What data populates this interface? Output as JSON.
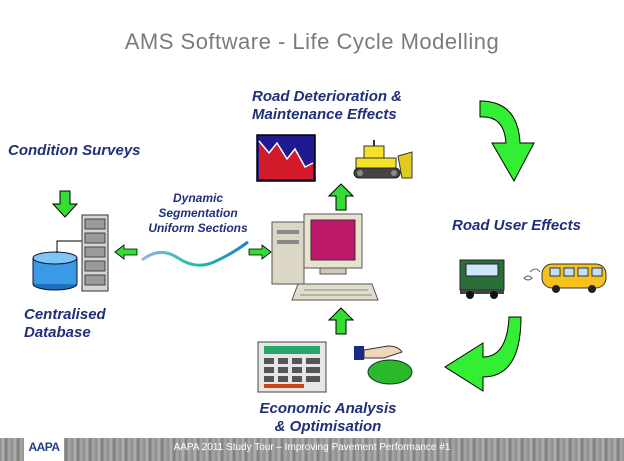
{
  "slide": {
    "title": "AMS Software - Life Cycle Modelling",
    "labels": {
      "road_deterioration_line1": "Road Deterioration &",
      "road_deterioration_line2": "Maintenance Effects",
      "condition_surveys": "Condition Surveys",
      "dynamic_line1": "Dynamic",
      "dynamic_line2": "Segmentation",
      "dynamic_line3": "Uniform Sections",
      "road_user_effects": "Road User Effects",
      "centralised_line1": "Centralised",
      "centralised_line2": "Database",
      "economic_line1": "Economic Analysis",
      "economic_line2": "& Optimisation"
    },
    "footer": {
      "logo": "AAPA",
      "text": "AAPA 2011 Study Tour – Improving Pavement Performance #1"
    }
  },
  "colors": {
    "arrow_green": "#33dd33",
    "label_navy": "#1f2f7a",
    "title_gray": "#7b7b7b"
  },
  "icons": {
    "chart": "deterioration-chart-icon",
    "bulldozer": "bulldozer-icon",
    "computer": "computer-icon",
    "server": "server-rack-icon",
    "database": "database-cylinder-icon",
    "truck": "truck-icon",
    "bus": "bus-icon",
    "calculator": "calculator-icon",
    "money": "money-hand-icon"
  }
}
